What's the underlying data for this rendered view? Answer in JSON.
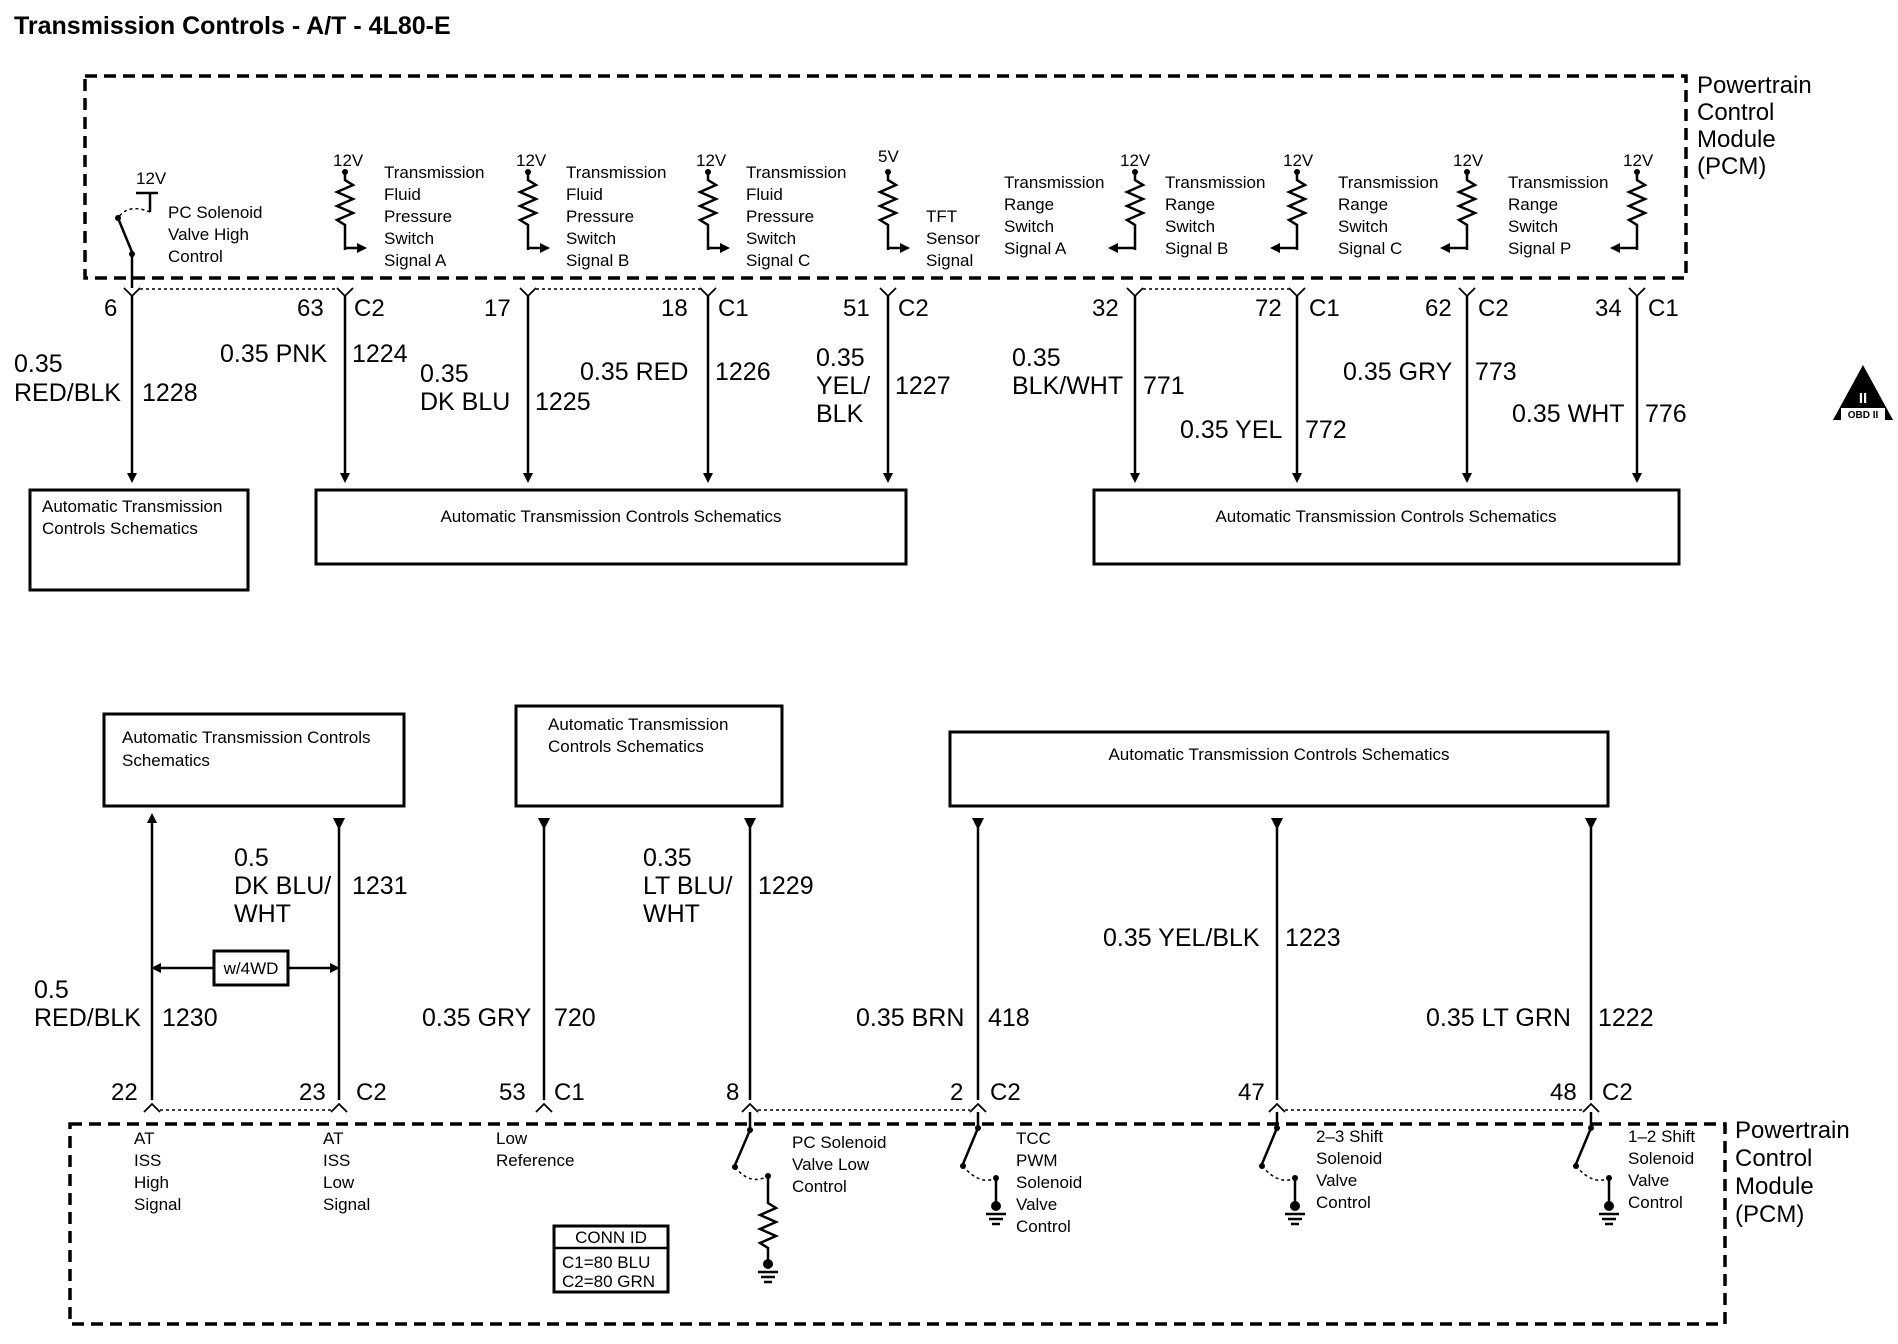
{
  "title": "Transmission Controls - A/T - 4L80-E",
  "module": [
    "Powertrain",
    "Control",
    "Module",
    "(PCM)"
  ],
  "obd_badge": {
    "top": "II",
    "bottom": "OBD II"
  },
  "top_switch": {
    "volt": "12V",
    "label": [
      "PC Solenoid",
      "Valve High",
      "Control"
    ]
  },
  "top_pullups": [
    {
      "volt": "12V",
      "label": [
        "Transmission",
        "Fluid",
        "Pressure",
        "Switch",
        "Signal A"
      ]
    },
    {
      "volt": "12V",
      "label": [
        "Transmission",
        "Fluid",
        "Pressure",
        "Switch",
        "Signal B"
      ]
    },
    {
      "volt": "12V",
      "label": [
        "Transmission",
        "Fluid",
        "Pressure",
        "Switch",
        "Signal C"
      ]
    },
    {
      "volt": "5V",
      "label": [
        "TFT",
        "Sensor",
        "Signal"
      ]
    },
    {
      "volt": "12V",
      "label": [
        "Transmission",
        "Range",
        "Switch",
        "Signal A"
      ]
    },
    {
      "volt": "12V",
      "label": [
        "Transmission",
        "Range",
        "Switch",
        "Signal B"
      ]
    },
    {
      "volt": "12V",
      "label": [
        "Transmission",
        "Range",
        "Switch",
        "Signal C"
      ]
    },
    {
      "volt": "12V",
      "label": [
        "Transmission",
        "Range",
        "Switch",
        "Signal P"
      ]
    }
  ],
  "top_pins": [
    "6",
    "63",
    "C2",
    "17",
    "18",
    "C1",
    "51",
    "C2",
    "32",
    "72",
    "C1",
    "62",
    "C2",
    "34",
    "C1"
  ],
  "top_wires": [
    {
      "gauge": "0.35",
      "color": "RED/BLK",
      "circuit": "1228"
    },
    {
      "gauge": "0.35 PNK",
      "circuit": "1224"
    },
    {
      "gauge": "0.35",
      "color": "DK BLU",
      "circuit": "1225"
    },
    {
      "gauge": "0.35 RED",
      "circuit": "1226"
    },
    {
      "gauge": "0.35",
      "color": "YEL/",
      "color2": "BLK",
      "circuit": "1227"
    },
    {
      "gauge": "0.35",
      "color": "BLK/WHT",
      "circuit": "771"
    },
    {
      "gauge": "0.35 YEL",
      "circuit": "772"
    },
    {
      "gauge": "0.35 GRY",
      "circuit": "773"
    },
    {
      "gauge": "0.35 WHT",
      "circuit": "776"
    }
  ],
  "top_boxes": [
    [
      "Automatic Transmission",
      "Controls Schematics"
    ],
    [
      "Automatic Transmission Controls Schematics"
    ],
    [
      "Automatic Transmission Controls Schematics"
    ]
  ],
  "bottom_boxes": [
    [
      "Automatic Transmission Controls",
      "Schematics"
    ],
    [
      "Automatic Transmission",
      "Controls Schematics"
    ],
    [
      "Automatic Transmission Controls Schematics"
    ]
  ],
  "bottom_wires": [
    {
      "gauge": "0.5",
      "color": "RED/BLK",
      "circuit": "1230"
    },
    {
      "gauge": "0.5",
      "color": "DK BLU/",
      "color2": "WHT",
      "circuit": "1231"
    },
    {
      "gauge": "0.35 GRY",
      "circuit": "720"
    },
    {
      "gauge": "0.35",
      "color": "LT BLU/",
      "color2": "WHT",
      "circuit": "1229"
    },
    {
      "gauge": "0.35 BRN",
      "circuit": "418"
    },
    {
      "gauge": "0.35 YEL/BLK",
      "circuit": "1223"
    },
    {
      "gauge": "0.35 LT GRN",
      "circuit": "1222"
    }
  ],
  "w4wd": "w/4WD",
  "bottom_pins": [
    "22",
    "23",
    "C2",
    "53",
    "C1",
    "8",
    "2",
    "C2",
    "47",
    "48",
    "C2"
  ],
  "bottom_labels": [
    [
      "AT",
      "ISS",
      "High",
      "Signal"
    ],
    [
      "AT",
      "ISS",
      "Low",
      "Signal"
    ],
    [
      "Low",
      "Reference"
    ],
    [
      "PC Solenoid",
      "Valve Low",
      "Control"
    ],
    [
      "TCC",
      "PWM",
      "Solenoid",
      "Valve",
      "Control"
    ],
    [
      "2–3 Shift",
      "Solenoid",
      "Valve",
      "Control"
    ],
    [
      "1–2 Shift",
      "Solenoid",
      "Valve",
      "Control"
    ]
  ],
  "conn_id": {
    "title": "CONN ID",
    "lines": [
      "C1=80 BLU",
      "C2=80 GRN"
    ]
  }
}
